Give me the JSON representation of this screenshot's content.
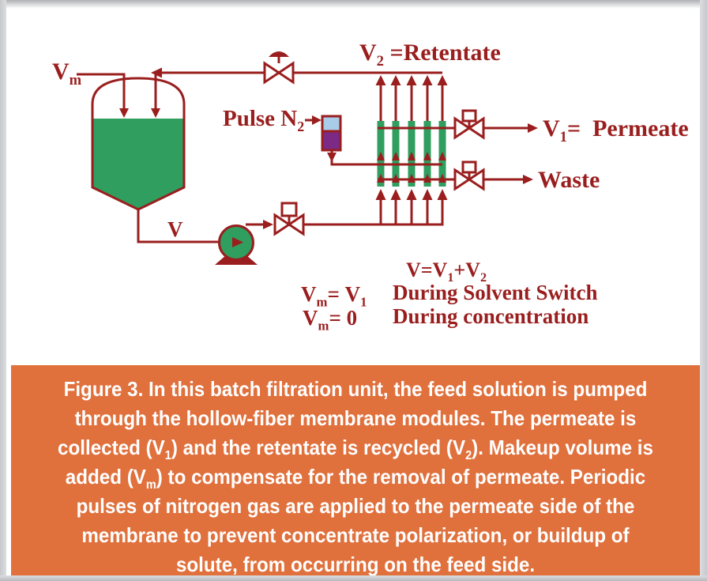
{
  "colors": {
    "red": "#9A1E1E",
    "green": "#2F9E5F",
    "blue": "#A9CCE9",
    "purple": "#7B2B86",
    "orange": "#E0703C",
    "page": "#FFFFFF",
    "frame": "#D5D6D8"
  },
  "diagram": {
    "labels": {
      "makeup": {
        "p1": "V",
        "s1": "m"
      },
      "retentate": {
        "p1": "V",
        "s1": "2",
        "p2": " =Retentate"
      },
      "pulse_n2": {
        "p1": "Pulse N",
        "s1": "2"
      },
      "permeate": {
        "p1": "V",
        "s1": "1",
        "p2": "=  Permeate"
      },
      "waste": {
        "p1": "Waste"
      },
      "feed": {
        "p1": "V"
      },
      "eq_total": {
        "p1": "V=V",
        "s1": "1",
        "p2": "+V",
        "s2": "2"
      },
      "eq_switch_lhs": {
        "p1": "V",
        "s1": "m",
        "p2": "= V",
        "s2": "1"
      },
      "eq_switch_rhs": {
        "p1": "During Solvent Switch"
      },
      "eq_conc_lhs": {
        "p1": "V",
        "s1": "m",
        "p2": "= 0"
      },
      "eq_conc_rhs": {
        "p1": "During concentration"
      }
    }
  },
  "caption": {
    "lines": [
      {
        "a": "Figure 3. In this batch filtration unit, the feed solution is pumped"
      },
      {
        "a": "through the hollow-fiber membrane modules. The permeate is"
      },
      {
        "a": "collected (V",
        "s1": "1",
        "b": ") and the retentate is recycled (V",
        "s2": "2",
        "c": "). Makeup volume is"
      },
      {
        "a": "added (V",
        "s1": "m",
        "b": ") to compensate for the removal of permeate. Periodic"
      },
      {
        "a": "pulses of nitrogen gas are applied to the permeate side of the"
      },
      {
        "a": "membrane to prevent concentrate polarization, or buildup of"
      },
      {
        "a": "solute, from occurring on the feed side."
      }
    ]
  }
}
